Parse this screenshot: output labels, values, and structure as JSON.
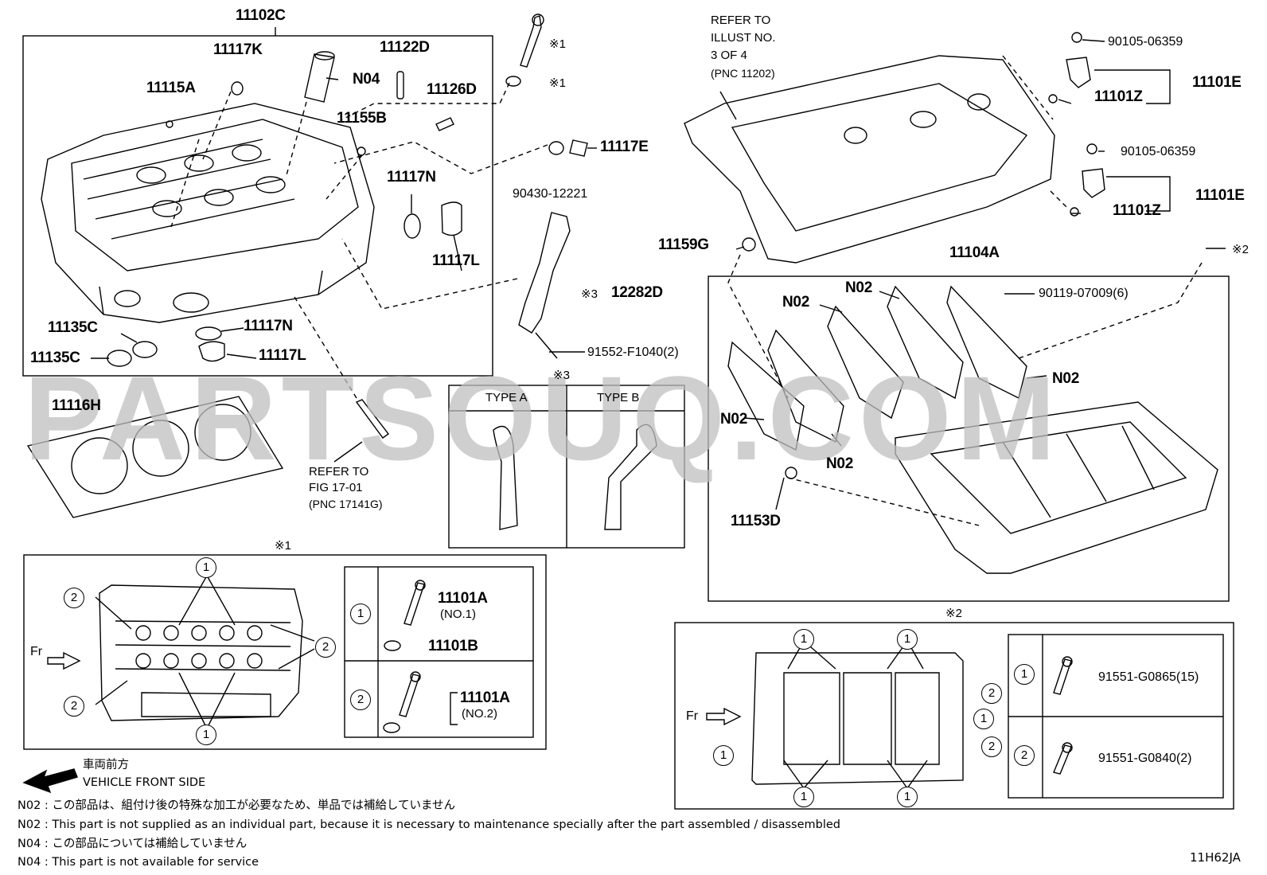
{
  "watermark": "PARTSOUQ.COM",
  "diagram_code": "11H62JA",
  "parts": {
    "p11102C": "11102C",
    "p11117K": "11117K",
    "p11122D": "11122D",
    "pN04": "N04",
    "p11115A": "11115A",
    "p11126D": "11126D",
    "p11155B": "11155B",
    "p11117N_a": "11117N",
    "p11117L_a": "11117L",
    "p11135C_a": "11135C",
    "p11135C_b": "11135C",
    "p11117N_b": "11117N",
    "p11117L_b": "11117L",
    "p11116H": "11116H",
    "p11117E": "11117E",
    "p90430": "90430-12221",
    "p12282D": "12282D",
    "p91552": "91552-F1040(2)",
    "p11159G": "11159G",
    "p11104A": "11104A",
    "p90105a": "90105-06359",
    "p11101Za": "11101Z",
    "p11101Ea": "11101E",
    "p90105b": "90105-06359",
    "p11101Zb": "11101Z",
    "p11101Eb": "11101E",
    "p90119": "90119-07009(6)",
    "pN02a": "N02",
    "pN02b": "N02",
    "pN02c": "N02",
    "pN02d": "N02",
    "pN02e": "N02",
    "p11153D": "11153D",
    "mark1a": "※1",
    "mark1b": "※1",
    "mark2": "※2",
    "mark3": "※3",
    "mark3_title": "※3",
    "mark1_title": "※1",
    "mark2_title": "※2"
  },
  "refer_cover": [
    "REFER TO",
    "ILLUST NO.",
    "3 OF 4",
    "(PNC 11202)"
  ],
  "refer_fig": [
    "REFER TO",
    "FIG 17-01",
    "(PNC 17141G)"
  ],
  "type_box": {
    "type_a": "TYPE A",
    "type_b": "TYPE B"
  },
  "detail1": {
    "fr": "Fr",
    "row1": {
      "num": "1",
      "part": "11101A",
      "sub": "(NO.1)",
      "part2": "11101B"
    },
    "row2": {
      "num": "2",
      "part": "11101A",
      "sub": "(NO.2)"
    }
  },
  "detail2": {
    "fr": "Fr",
    "row1": {
      "num": "1",
      "part": "91551-G0865(15)"
    },
    "row2": {
      "num": "2",
      "part": "91551-G0840(2)"
    }
  },
  "legend": {
    "jp": "車両前方",
    "en": "VEHICLE FRONT SIDE"
  },
  "notes": [
    "N02 : この部品は、組付け後の特殊な加工が必要なため、単品では補給していません",
    "N02 : This part is not supplied as an individual part, because it is necessary to maintenance specially after the part assembled / disassembled",
    "N04 : この部品については補給していません",
    "N04 : This part is not available for service"
  ]
}
